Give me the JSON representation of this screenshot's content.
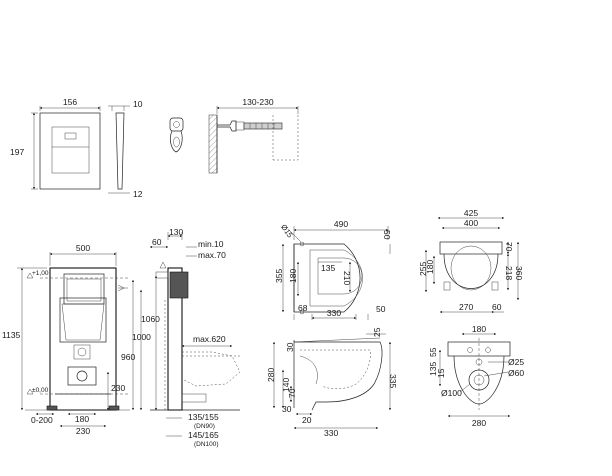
{
  "plate": {
    "width": "156",
    "height": "197",
    "depth_top": "10",
    "depth_bottom": "12"
  },
  "pipe": {
    "range": "130-230"
  },
  "frame": {
    "width": "500",
    "top_offset": "130",
    "depth_60": "60",
    "min_label": "min.10",
    "max_label": "max.70",
    "height_1135": "1135",
    "level_plus": "+1,00",
    "level_zero": "±0,00",
    "h_1060": "1060",
    "h_1000": "1000",
    "h_960": "960",
    "h_230": "230",
    "max_620": "max.620",
    "w_180": "180",
    "w_230": "230",
    "floor_range": "0-200",
    "pipe_135_155": "135/155",
    "dn90": "(DN90)",
    "pipe_145_165": "145/165",
    "dn100": "(DN100)"
  },
  "bowl_top": {
    "length": "490",
    "d15": "Ø15",
    "w50": "50",
    "w355": "355",
    "w180": "180",
    "w135": "135",
    "w210": "210",
    "w68": "68",
    "w330": "330",
    "w50b": "50"
  },
  "bowl_side": {
    "w25": "25",
    "h30": "30",
    "h280": "280",
    "h140": "140",
    "h70": "70",
    "h335": "335",
    "w30": "30",
    "w20": "20",
    "w330": "330"
  },
  "seat": {
    "w425": "425",
    "w400": "400",
    "h255": "255",
    "h180": "180",
    "h70": "70",
    "h218": "218",
    "h360": "360",
    "w270": "270",
    "w60": "60"
  },
  "bowl_front": {
    "w180": "180",
    "h55": "55",
    "h135": "135",
    "h15": "15",
    "d25": "Ø25",
    "d60": "Ø60",
    "d100": "Ø100",
    "w280": "280"
  }
}
